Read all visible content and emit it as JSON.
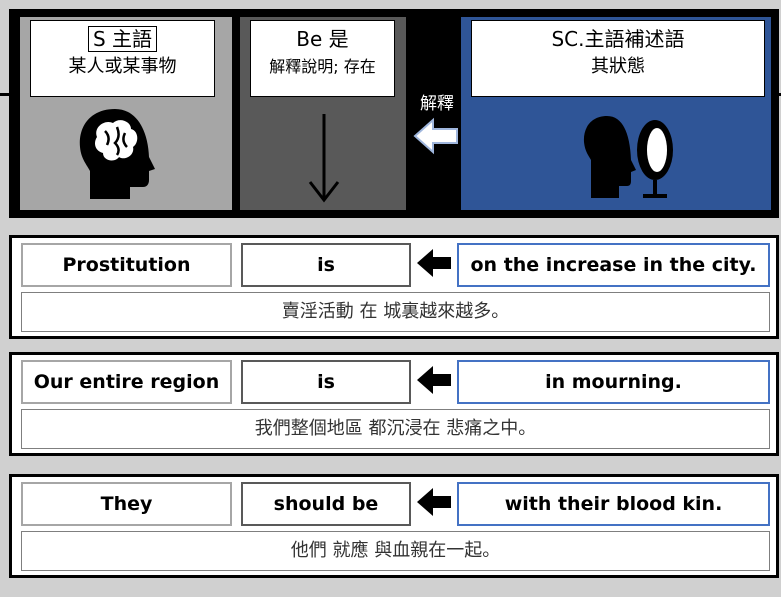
{
  "header": {
    "subject": {
      "title": "S 主語",
      "subtitle": "某人或某事物"
    },
    "verb": {
      "title": "Be 是",
      "subtitle": "解釋說明; 存在"
    },
    "complement": {
      "title": "SC.主語補述語",
      "subtitle": "其狀態"
    },
    "arrow_label": "解釋",
    "icons": [
      "head-brain-icon",
      "down-arrow-icon",
      "head-mirror-icon",
      "left-arrow-icon"
    ]
  },
  "sentences": [
    {
      "subject": "Prostitution",
      "verb": "is",
      "complement": "on the increase in the city.",
      "translation": "賣淫活動 在 城裏越來越多。"
    },
    {
      "subject": "Our entire region",
      "verb": "is",
      "complement": "in mourning.",
      "translation": "我們整個地區 都沉浸在 悲痛之中。"
    },
    {
      "subject": "They",
      "verb": "should be",
      "complement": "with their blood kin.",
      "translation": "他們 就應 與血親在一起。"
    }
  ],
  "colors": {
    "subject": "#a6a6a6",
    "verb": "#595959",
    "complement": "#2f5597",
    "complement_border": "#4472c4"
  }
}
